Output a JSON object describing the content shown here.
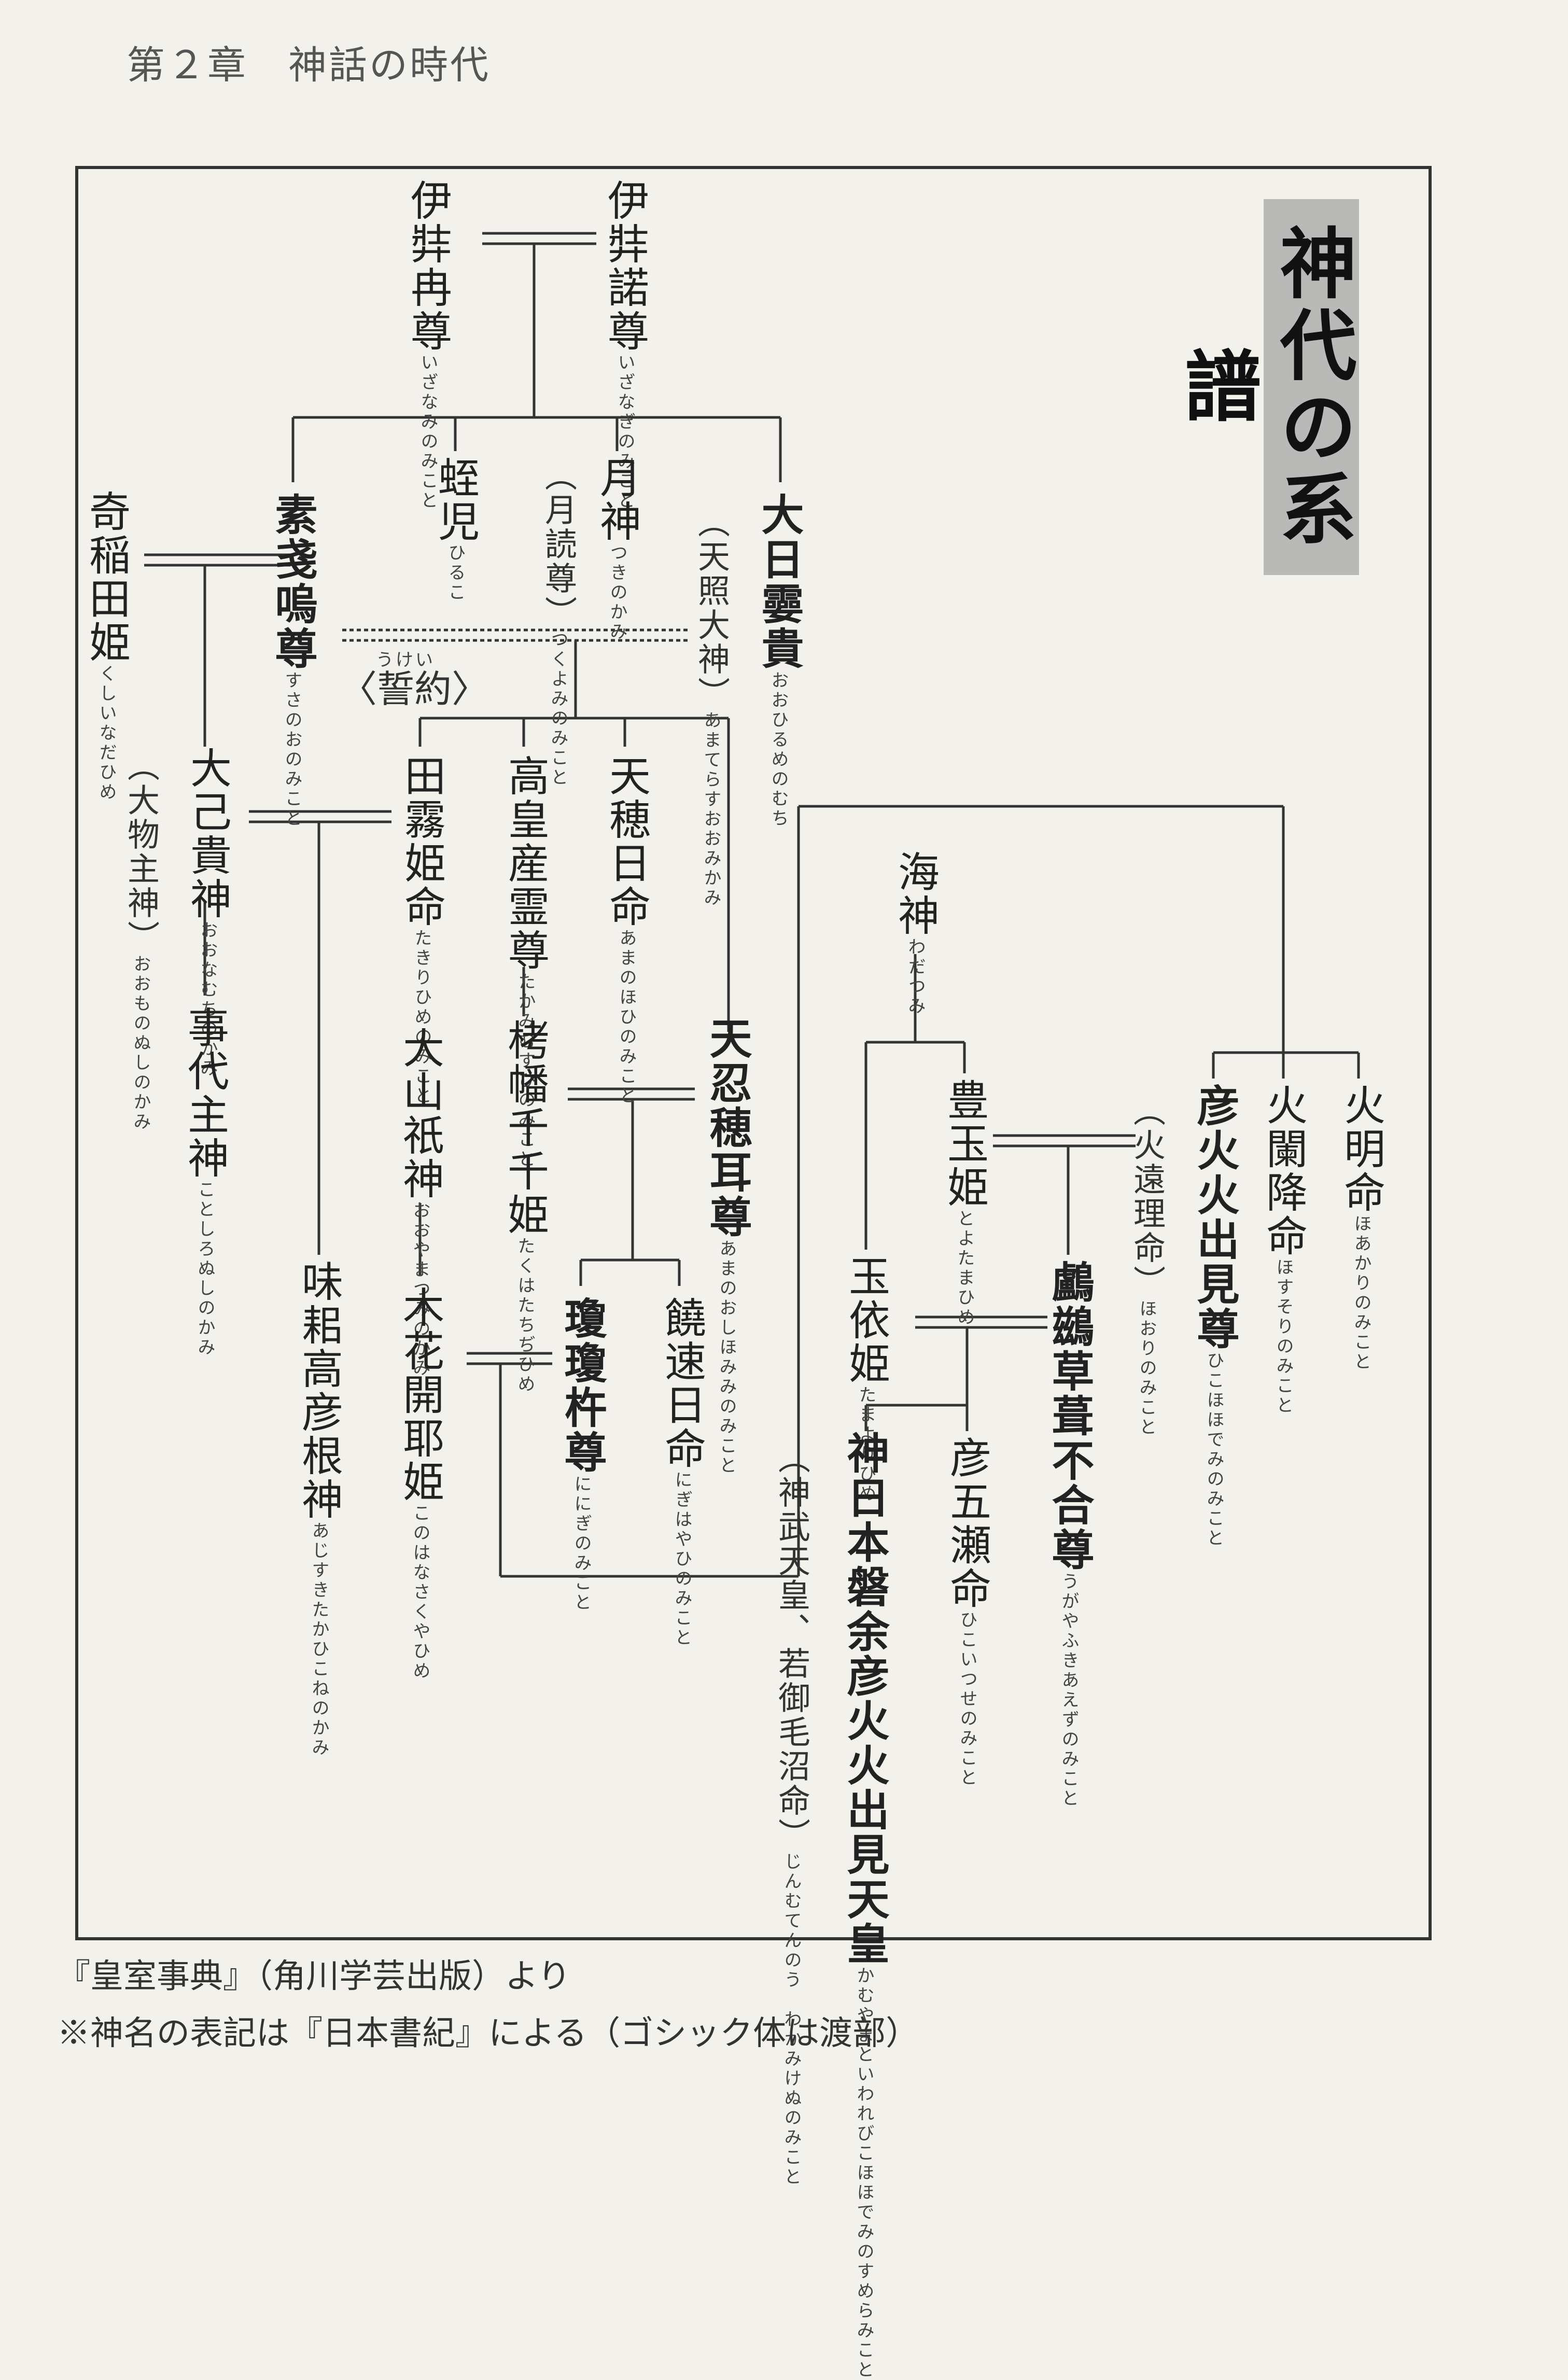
{
  "header": "第２章　神話の時代",
  "title": "神代の系譜",
  "oath_label": "〈誓約〉",
  "oath_ruby": "うけい",
  "names": {
    "izanagi": {
      "name": "伊弉諾尊",
      "ruby": "いざなぎのみこと"
    },
    "izanami": {
      "name": "伊弉冉尊",
      "ruby": "いざなみのみこと"
    },
    "ohirume": {
      "name": "大日孁貴",
      "ruby": "おおひるめのむち",
      "alt": "（天照大神）",
      "alt_ruby": "あまてらすおおみかみ"
    },
    "tsukinokami": {
      "name": "月神",
      "ruby": "つきのかみ",
      "alt": "（月読尊）",
      "alt_ruby": "つくよみのみこと"
    },
    "hiruko": {
      "name": "蛭児",
      "ruby": "ひるこ"
    },
    "susanoo": {
      "name": "素戔嗚尊",
      "ruby": "すさのおのみこと"
    },
    "kushinada": {
      "name": "奇稲田姫",
      "ruby": "くしいなだひめ"
    },
    "amanohohi": {
      "name": "天穂日命",
      "ruby": "あまのほひのみこと"
    },
    "takamimusubi": {
      "name": "高皇産霊尊",
      "ruby": "たかみむすひのみこと"
    },
    "tagiri": {
      "name": "田霧姫命",
      "ruby": "たきりひめのみこと"
    },
    "onamuchi": {
      "name": "大己貴神",
      "ruby": "おおなむちのかみ",
      "alt": "（大物主神）",
      "alt_ruby": "おおものぬしのかみ"
    },
    "kotoshironushi": {
      "name": "事代主神",
      "ruby": "ことしろぬしのかみ"
    },
    "ajisuki": {
      "name": "味耜高彦根神",
      "ruby": "あじすきたかひこねのかみ"
    },
    "oshihomimi": {
      "name": "天忍穂耳尊",
      "ruby": "あまのおしほみみのみこと"
    },
    "takuhatachiji": {
      "name": "栲幡千千姫",
      "ruby": "たくはたちぢひめ"
    },
    "oyamatsumi": {
      "name": "大山祇神",
      "ruby": "おおやまつみのかみ"
    },
    "konohana": {
      "name": "木花開耶姫",
      "ruby": "このはなさくやひめ"
    },
    "ninigi": {
      "name": "瓊瓊杵尊",
      "ruby": "ににぎのみこと"
    },
    "nigihayahi": {
      "name": "饒速日命",
      "ruby": "にぎはやひのみこと"
    },
    "watatsumi": {
      "name": "海神",
      "ruby": "わだつみ"
    },
    "toyotama": {
      "name": "豊玉姫",
      "ruby": "とよたまひめ"
    },
    "tamayori": {
      "name": "玉依姫",
      "ruby": "たまよりひめ"
    },
    "hoakari": {
      "name": "火明命",
      "ruby": "ほあかりのみこと"
    },
    "hosusori": {
      "name": "火闌降命",
      "ruby": "ほすそりのみこと"
    },
    "hohodemi": {
      "name": "彦火火出見尊",
      "ruby": "ひこほほでみのみこと",
      "alt": "（火遠理命）",
      "alt_ruby": "ほおりのみこと"
    },
    "ugaya": {
      "name": "鸕鷀草葺不合尊",
      "ruby": "うがやふきあえずのみこと"
    },
    "itsuse": {
      "name": "彦五瀬命",
      "ruby": "ひこいつせのみこと"
    },
    "jimmu": {
      "name": "神日本磐余彦火火出見天皇",
      "ruby": "かむやまといわれびこほほでみのすめらみこと",
      "alt": "（神武天皇、若御毛沼命）",
      "alt_ruby": "じんむてんのう　わかみけぬのみこと"
    }
  },
  "footnote": {
    "source": "『皇室事典』（角川学芸出版）より",
    "note": "※神名の表記は『日本書紀』による（ゴシック体は渡部）"
  }
}
